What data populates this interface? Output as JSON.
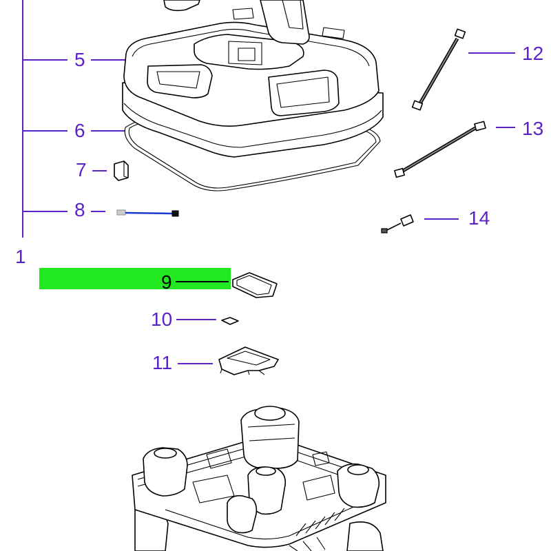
{
  "diagram": {
    "callouts": {
      "c1": "1",
      "c5": "5",
      "c6": "6",
      "c7": "7",
      "c8": "8",
      "c9": "9",
      "c10": "10",
      "c11": "11",
      "c12": "12",
      "c13": "13",
      "c14": "14"
    },
    "colors": {
      "label": "#5a22c8",
      "highlight": "#22e822",
      "cable": "#1a3ccc"
    }
  }
}
